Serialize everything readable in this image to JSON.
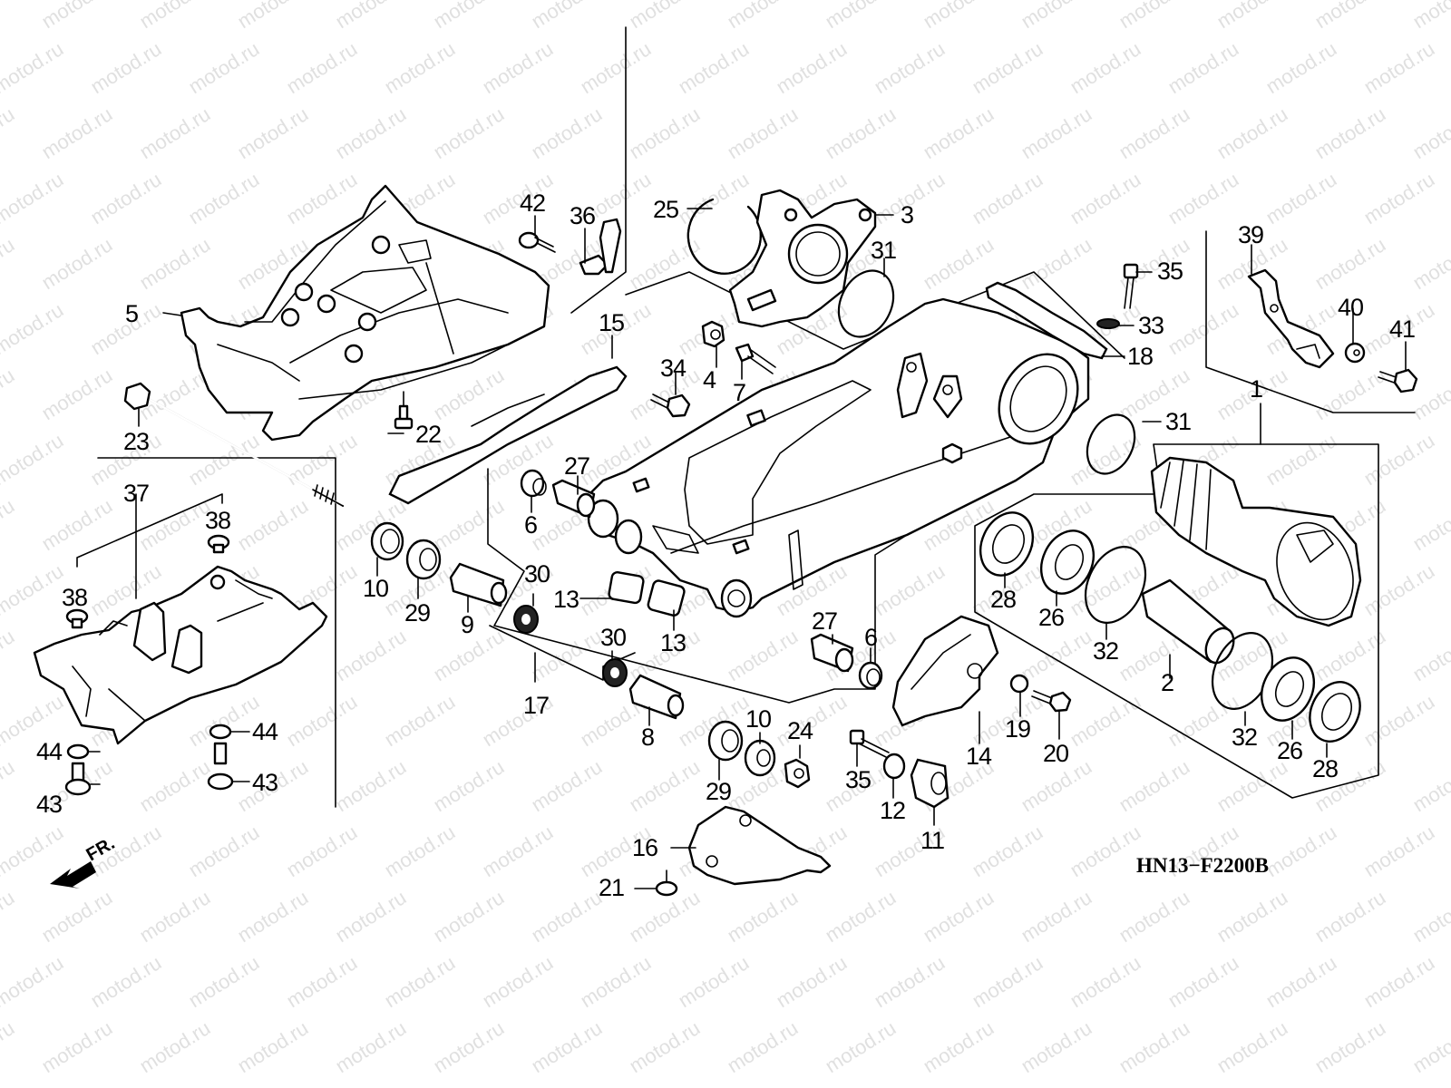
{
  "diagram": {
    "title_code": "HN13−F2200B",
    "watermark": "motod.ru",
    "direction_indicator": {
      "label": "FR.",
      "icon": "arrow-front-icon"
    },
    "callouts": [
      {
        "id": "c1",
        "label": "1"
      },
      {
        "id": "c2",
        "label": "2"
      },
      {
        "id": "c3",
        "label": "3"
      },
      {
        "id": "c4",
        "label": "4"
      },
      {
        "id": "c5",
        "label": "5"
      },
      {
        "id": "c6a",
        "label": "6"
      },
      {
        "id": "c6b",
        "label": "6"
      },
      {
        "id": "c7",
        "label": "7"
      },
      {
        "id": "c8",
        "label": "8"
      },
      {
        "id": "c9",
        "label": "9"
      },
      {
        "id": "c10a",
        "label": "10"
      },
      {
        "id": "c10b",
        "label": "10"
      },
      {
        "id": "c11",
        "label": "11"
      },
      {
        "id": "c12",
        "label": "12"
      },
      {
        "id": "c13a",
        "label": "13"
      },
      {
        "id": "c13b",
        "label": "13"
      },
      {
        "id": "c14",
        "label": "14"
      },
      {
        "id": "c15",
        "label": "15"
      },
      {
        "id": "c16",
        "label": "16"
      },
      {
        "id": "c17",
        "label": "17"
      },
      {
        "id": "c18",
        "label": "18"
      },
      {
        "id": "c19",
        "label": "19"
      },
      {
        "id": "c20",
        "label": "20"
      },
      {
        "id": "c21",
        "label": "21"
      },
      {
        "id": "c22",
        "label": "22"
      },
      {
        "id": "c23",
        "label": "23"
      },
      {
        "id": "c24",
        "label": "24"
      },
      {
        "id": "c25",
        "label": "25"
      },
      {
        "id": "c26a",
        "label": "26"
      },
      {
        "id": "c26b",
        "label": "26"
      },
      {
        "id": "c27a",
        "label": "27"
      },
      {
        "id": "c27b",
        "label": "27"
      },
      {
        "id": "c28a",
        "label": "28"
      },
      {
        "id": "c28b",
        "label": "28"
      },
      {
        "id": "c29a",
        "label": "29"
      },
      {
        "id": "c29b",
        "label": "29"
      },
      {
        "id": "c30a",
        "label": "30"
      },
      {
        "id": "c30b",
        "label": "30"
      },
      {
        "id": "c31a",
        "label": "31"
      },
      {
        "id": "c31b",
        "label": "31"
      },
      {
        "id": "c32a",
        "label": "32"
      },
      {
        "id": "c32b",
        "label": "32"
      },
      {
        "id": "c33",
        "label": "33"
      },
      {
        "id": "c34",
        "label": "34"
      },
      {
        "id": "c35a",
        "label": "35"
      },
      {
        "id": "c35b",
        "label": "35"
      },
      {
        "id": "c36",
        "label": "36"
      },
      {
        "id": "c37",
        "label": "37"
      },
      {
        "id": "c38a",
        "label": "38"
      },
      {
        "id": "c38b",
        "label": "38"
      },
      {
        "id": "c39",
        "label": "39"
      },
      {
        "id": "c40",
        "label": "40"
      },
      {
        "id": "c41",
        "label": "41"
      },
      {
        "id": "c42",
        "label": "42"
      },
      {
        "id": "c43a",
        "label": "43"
      },
      {
        "id": "c43b",
        "label": "43"
      },
      {
        "id": "c44a",
        "label": "44"
      },
      {
        "id": "c44b",
        "label": "44"
      }
    ]
  }
}
